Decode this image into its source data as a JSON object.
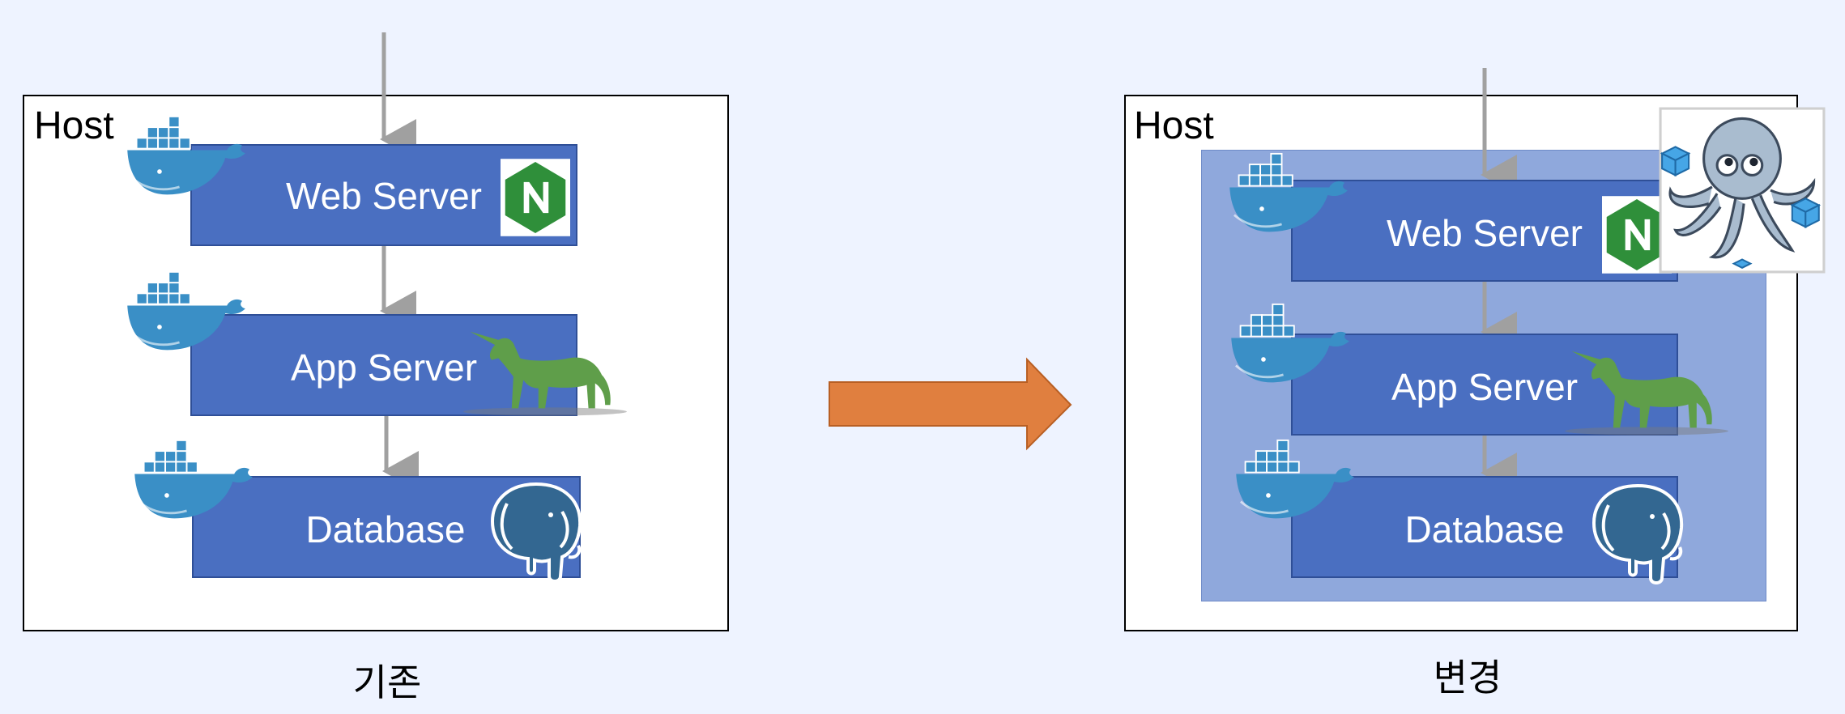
{
  "left": {
    "host_label": "Host",
    "boxes": [
      {
        "label": "Web Server",
        "logo": "nginx-logo"
      },
      {
        "label": "App Server",
        "logo": "unicorn-logo"
      },
      {
        "label": "Database",
        "logo": "postgresql-elephant-logo"
      }
    ],
    "caption": "기존"
  },
  "right": {
    "host_label": "Host",
    "boxes": [
      {
        "label": "Web Server",
        "logo": "nginx-logo"
      },
      {
        "label": "App Server",
        "logo": "unicorn-logo"
      },
      {
        "label": "Database",
        "logo": "postgresql-elephant-logo"
      }
    ],
    "compose_icon": "docker-compose-octopus-icon",
    "caption": "변경"
  },
  "transition_arrow": {
    "icon": "right-arrow",
    "color": "#e07f3f"
  },
  "colors": {
    "background": "#eef3ff",
    "box_fill": "#4a6fc1",
    "compose_fill": "#8fa8dc",
    "docker_blue": "#3a8fc6",
    "nginx_green": "#2f8f3a",
    "unicorn_green": "#5f9e4a",
    "postgres_blue": "#336791",
    "arrow_orange": "#e07f3f",
    "connector_gray": "#a0a0a0"
  }
}
